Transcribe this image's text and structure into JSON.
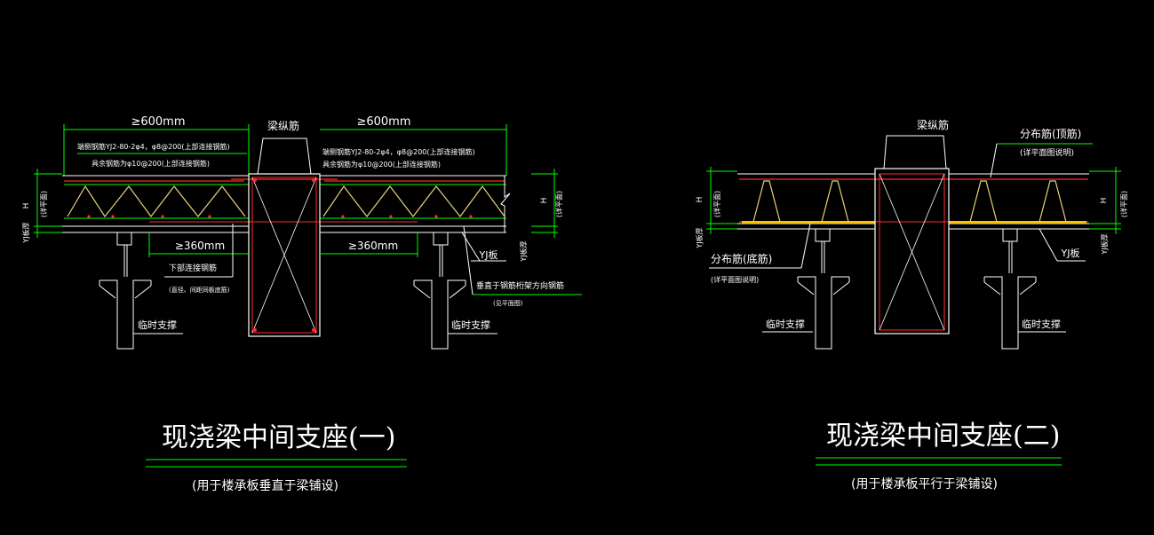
{
  "left": {
    "title": "现浇梁中间支座(一)",
    "subtitle": "(用于楼承板垂直于梁铺设)",
    "dim_left": "≥600mm",
    "dim_right": "≥600mm",
    "beam_rebar": "梁纵筋",
    "note_left_1": "端侧钢筋YJ2-80-2φ4，φ8@200(上部连接钢筋)",
    "note_left_2": "具余钢筋为φ10@200(上部连接钢筋)",
    "note_right_1": "端侧钢筋YJ2-80-2φ4，φ8@200(上部连接钢筋)",
    "note_right_2": "具余钢筋为φ10@200(上部连接钢筋)",
    "lap_left": "≥360mm",
    "lap_right": "≥360mm",
    "bottom_rebar": "下部连接钢筋",
    "bottom_rebar_note": "(直径、间距同板底筋)",
    "perp_rebar": "垂直于钢筋桁架方向钢筋",
    "perp_rebar_note": "(见平面图)",
    "slab_label": "YJ板",
    "temp_support_left": "临时支撑",
    "temp_support_right": "临时支撑",
    "h_label": "H",
    "see_plan": "(详平面)",
    "yj_thickness": "YJ板厚"
  },
  "right": {
    "title": "现浇梁中间支座(二)",
    "subtitle": "(用于楼承板平行于梁铺设)",
    "beam_rebar": "梁纵筋",
    "top_dist": "分布筋(顶筋)",
    "top_dist_note": "(详平面图说明)",
    "bottom_dist": "分布筋(底筋)",
    "bottom_dist_note": "(详平面图说明)",
    "slab_label": "YJ板",
    "temp_support_left": "临时支撑",
    "temp_support_right": "临时支撑",
    "h_label": "H",
    "see_plan": "(详平面)",
    "yj_thickness": "YJ板厚"
  },
  "colors": {
    "background": "#000000",
    "outline": "#ffffff",
    "dimension": "#00ff00",
    "rebar": "#ff2a2a",
    "truss": "#e8d27a",
    "deck": "#ffc000"
  }
}
